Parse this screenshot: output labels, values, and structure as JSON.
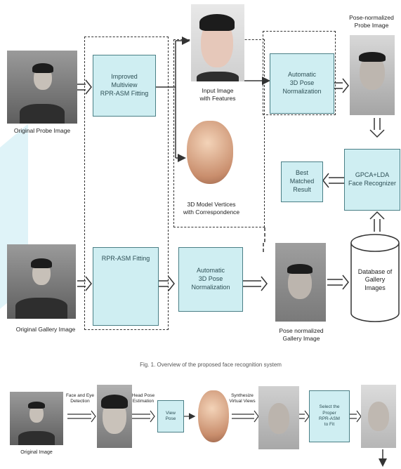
{
  "top_diagram": {
    "labels": {
      "original_probe": "Original Probe Image",
      "original_gallery": "Original Gallery Image",
      "input_image": "Input Image\nwith Features",
      "model_vertices": "3D Model Vertices\nwith Correspondence",
      "pose_norm_probe": "Pose-normalized\nProbe Image",
      "pose_norm_gallery": "Pose normalized\nGallery Image"
    },
    "boxes": {
      "improved_asm": "Improved\nMultiview\nRPR-ASM Fitting",
      "rpr_asm": "RPR-ASM Fitting",
      "auto_pose_top": "Automatic\n3D Pose\nNormalization",
      "auto_pose_bottom": "Automatic\n3D Pose\nNormalization",
      "recognizer": "GPCA+LDA\nFace Recognizer",
      "best_match": "Best\nMatched\nResult",
      "database": "Database of\nGallery\nImages"
    },
    "figure_caption": "Fig. 1.   Overview of the proposed face recognition system"
  },
  "bottom_diagram": {
    "labels": {
      "original_image": "Original Image",
      "face_eye": "Face and Eye\nDetection",
      "head_pose": "Head Pose\nEstimation",
      "synthesize": "Synthesize\nVirtual Views"
    },
    "boxes": {
      "view_pose": "View\nPose",
      "select_asm": "Select the\nProper\nRPR-ASM\nto Fit"
    }
  },
  "colors": {
    "box_fill": "#cfeef2",
    "box_border": "#4a7f86",
    "arrow": "#333333"
  }
}
